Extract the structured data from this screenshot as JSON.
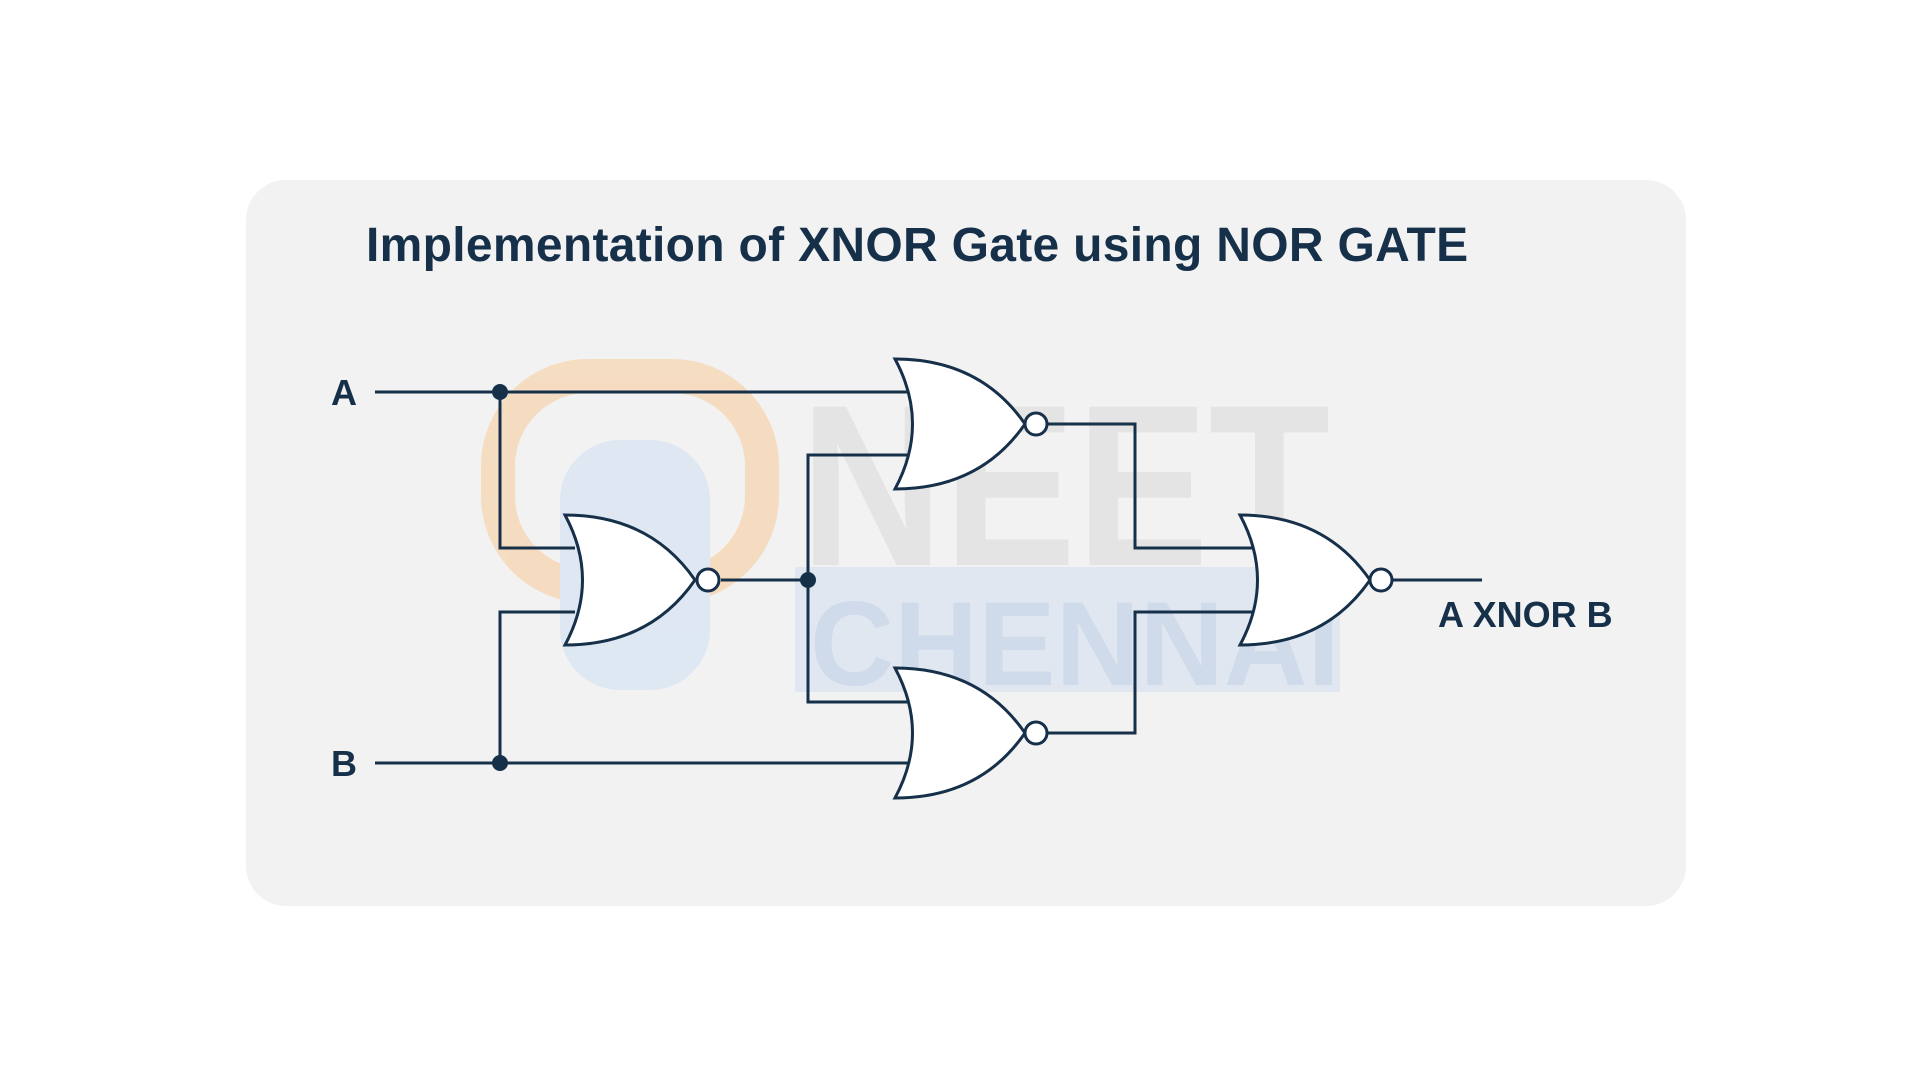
{
  "title": "Implementation of XNOR Gate using NOR GATE",
  "inputs": {
    "a_label": "A",
    "b_label": "B"
  },
  "output_label": "A XNOR B",
  "watermark": {
    "line1": "NEET",
    "line2": "CHENNAI"
  },
  "gates": [
    "NOR",
    "NOR",
    "NOR",
    "NOR"
  ],
  "colors": {
    "ink": "#16304a",
    "card": "#f2f2f2",
    "watermark_orange": "#f6d9b8",
    "watermark_blue": "#dbe6f3",
    "watermark_gray": "#e2e2e2"
  }
}
